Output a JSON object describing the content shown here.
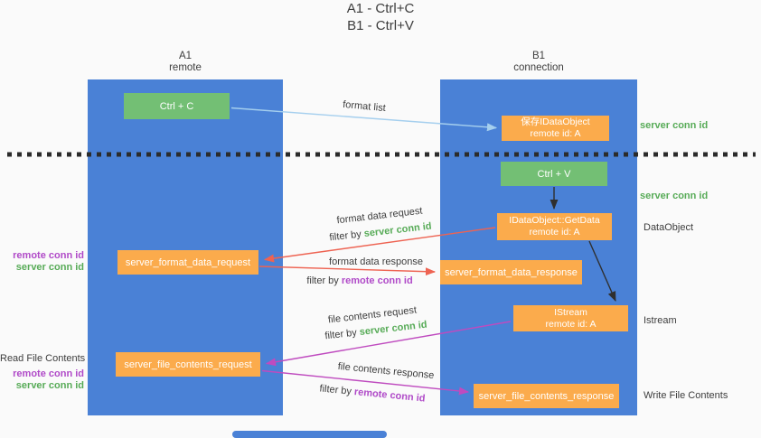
{
  "title": {
    "line1": "A1 - Ctrl+C",
    "line2": "B1 - Ctrl+V"
  },
  "columns": {
    "left": {
      "name": "A1",
      "subtitle": "remote"
    },
    "right": {
      "name": "B1",
      "subtitle": "connection"
    }
  },
  "nodes": {
    "ctrl_c": {
      "label": "Ctrl + C"
    },
    "ctrl_v": {
      "label": "Ctrl + V"
    },
    "save_dataobject": {
      "line1": "保存IDataObject",
      "line2": "remote id: A"
    },
    "getdata": {
      "line1": "IDataObject::GetData",
      "line2": "remote id: A"
    },
    "istream": {
      "line1": "IStream",
      "line2": "remote id: A"
    },
    "server_format_data_request": {
      "label": "server_format_data_request"
    },
    "server_format_data_response": {
      "label": "server_format_data_response"
    },
    "server_file_contents_request": {
      "label": "server_file_contents_request"
    },
    "server_file_contents_response": {
      "label": "server_file_contents_response"
    }
  },
  "arrow_labels": {
    "format_list": "format list",
    "format_data_request": "format data request",
    "format_data_response": "format data response",
    "file_contents_request": "file contents request",
    "file_contents_response": "file contents response",
    "filter_by": "filter by ",
    "server_conn_id": "server conn id",
    "remote_conn_id": "remote conn id"
  },
  "side_labels": {
    "server_conn_id_top": "server conn id",
    "server_conn_id_mid": "server conn id",
    "dataobject": "DataObject",
    "istream": "Istream",
    "write_file_contents": "Write File Contents",
    "read_file_contents": "Read File Contents",
    "remote_conn_id": "remote conn id",
    "server_conn_id": "server conn id"
  },
  "colors": {
    "column_blue": "#4a81d6",
    "node_orange": "#fbab4c",
    "node_green": "#73bf74",
    "arrow_red": "#ee6352",
    "arrow_magenta": "#bf4bbf",
    "arrow_lightblue": "#a5cfee",
    "arrow_black": "#2f2f2f",
    "text_green": "#57ab57",
    "text_purple": "#b04ac8",
    "text_dark": "#3d3d3d"
  }
}
